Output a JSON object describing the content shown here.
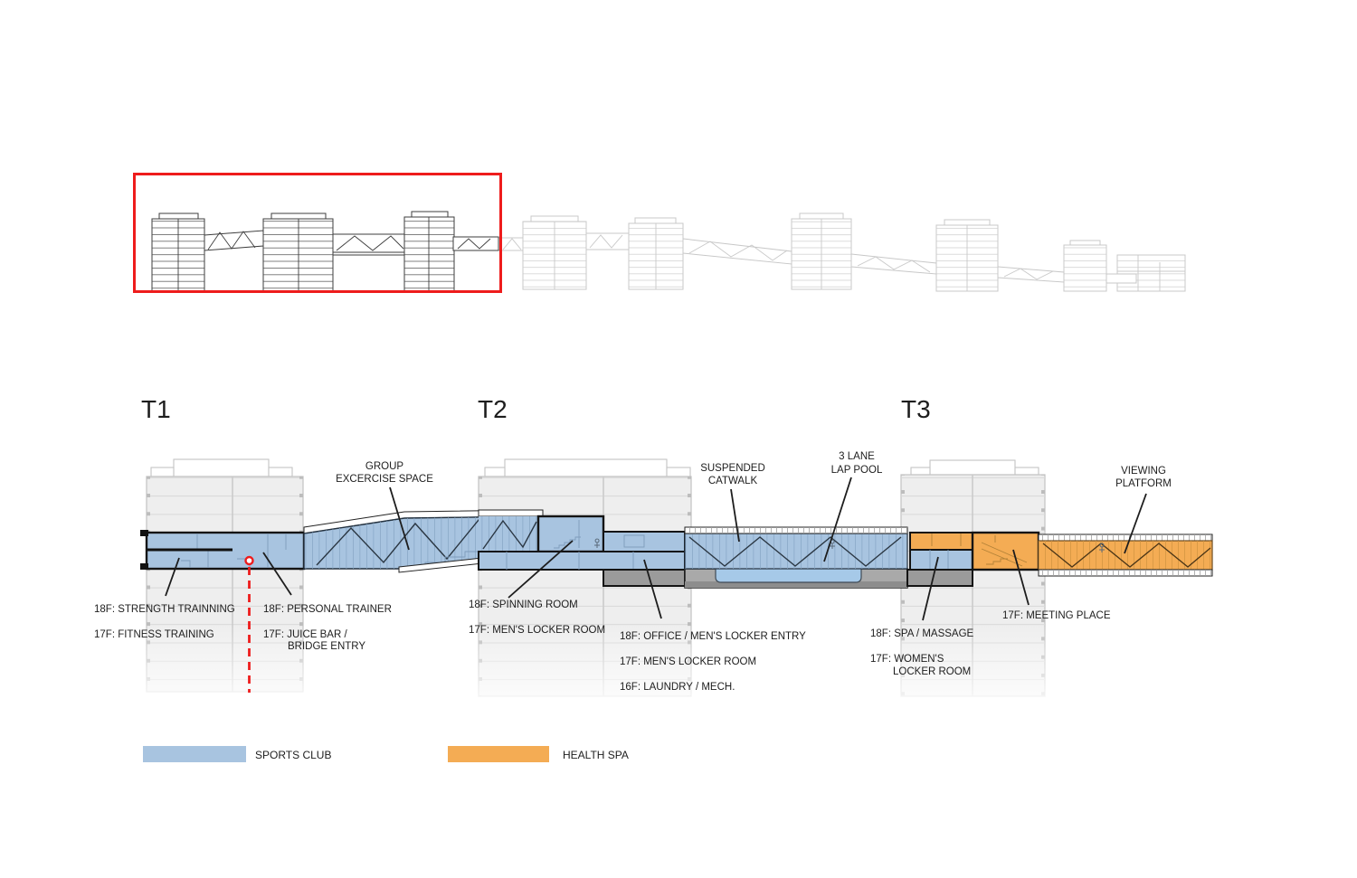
{
  "towers": {
    "t1": "T1",
    "t2": "T2",
    "t3": "T3"
  },
  "callouts": {
    "group_line1": "GROUP",
    "group_line2": "EXCERCISE SPACE",
    "catwalk_line1": "SUSPENDED",
    "catwalk_line2": "CATWALK",
    "pool_line1": "3 LANE",
    "pool_line2": "LAP POOL",
    "viewing_line1": "VIEWING",
    "viewing_line2": "PLATFORM"
  },
  "floor_labels": {
    "t1_strength": "18F: STRENGTH TRAINNING",
    "t1_fitness": "17F: FITNESS TRAINING",
    "t1_personal": "18F: PERSONAL TRAINER",
    "t1_juice_line1": "17F: JUICE BAR /",
    "t1_juice_line2": "BRIDGE ENTRY",
    "t2_spinning": "18F: SPINNING ROOM",
    "t2_mens_locker_left": "17F: MEN'S LOCKER ROOM",
    "t2_office": "18F: OFFICE / MEN'S LOCKER ENTRY",
    "t2_mens_locker_right": "17F: MEN'S LOCKER ROOM",
    "t2_laundry": "16F: LAUNDRY / MECH.",
    "t3_spa": "18F: SPA / MASSAGE",
    "t3_womens_line1": "17F: WOMEN'S",
    "t3_womens_line2": "LOCKER ROOM",
    "t3_meeting": "17F: MEETING PLACE"
  },
  "legend": {
    "sports_club": {
      "label": "SPORTS CLUB",
      "color": "#a8c4e0"
    },
    "health_spa": {
      "label": "HEALTH SPA",
      "color": "#f4ac54"
    }
  },
  "colors": {
    "extent_red": "#ee1c1c",
    "program_gray": "#9b9b9b"
  }
}
